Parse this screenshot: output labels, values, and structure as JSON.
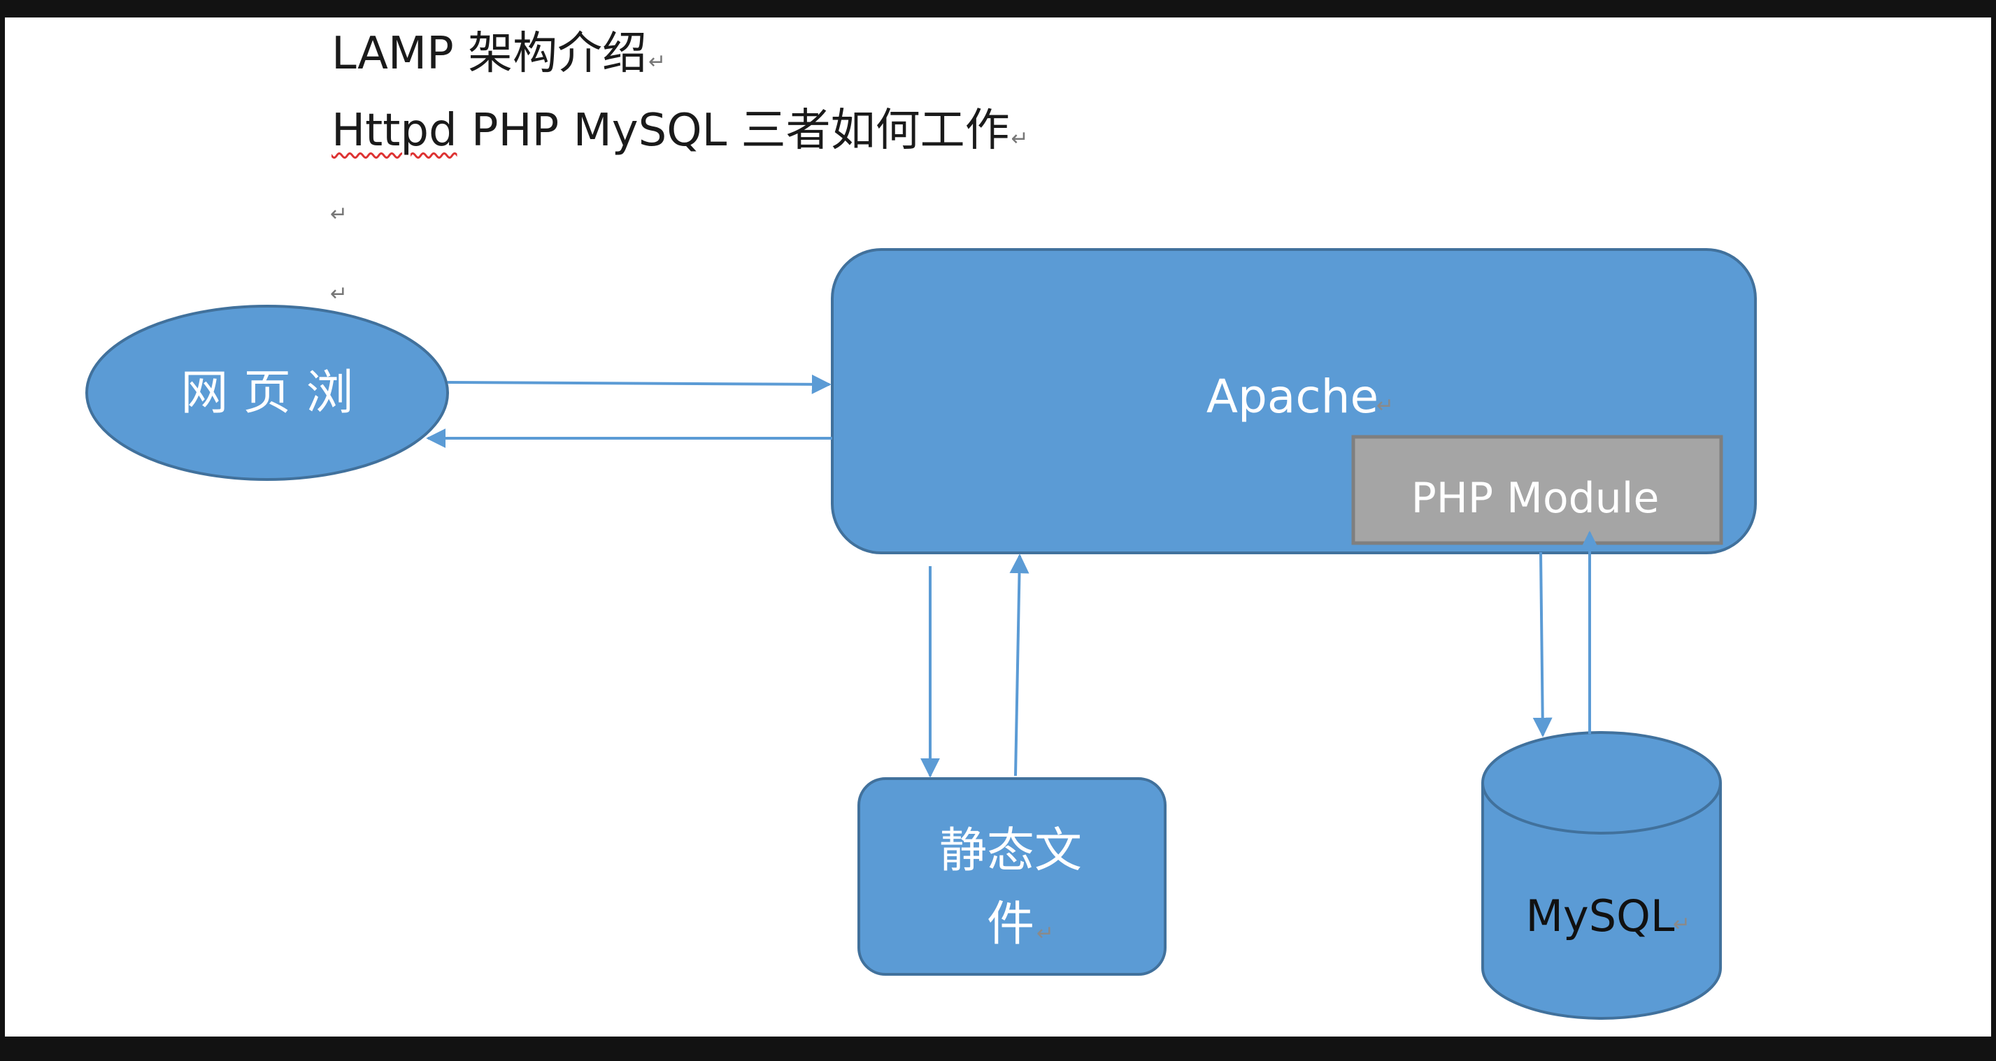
{
  "document": {
    "heading": "LAMP 架构介绍",
    "line2_part1": "Httpd",
    "line2_part2": " PHP MySQL  三者如何工作",
    "paragraph_mark": "↵"
  },
  "diagram": {
    "browser_label": "网 页 浏",
    "apache_label": "Apache",
    "php_module_label": "PHP Module",
    "static_files_line1": "静态文",
    "static_files_line2": "件",
    "mysql_label": "MySQL",
    "colors": {
      "shape_fill": "#5b9bd5",
      "shape_stroke": "#41719c",
      "module_fill": "#a5a5a5",
      "module_stroke": "#7f7f7f",
      "arrow": "#5b9bd5"
    }
  }
}
